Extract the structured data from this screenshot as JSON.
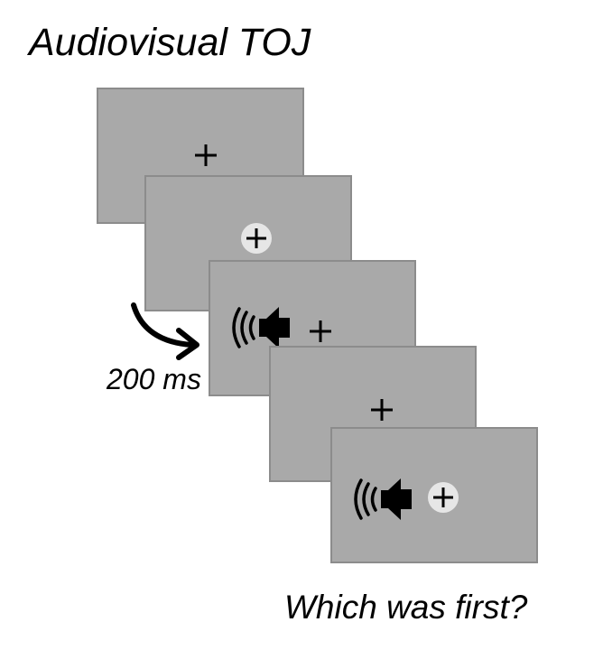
{
  "title": "Audiovisual TOJ",
  "delay_label": "200 ms",
  "question": "Which was first?",
  "colors": {
    "frame_fill": "#a9a9a9",
    "frame_border": "#8c8c8c",
    "flash_disc": "#e6e6e6",
    "ink": "#000000"
  },
  "icons": {
    "fixation": "fixation-cross-icon",
    "flash": "flash-disc-icon",
    "sound": "speaker-icon",
    "transition": "curved-arrow-icon"
  }
}
